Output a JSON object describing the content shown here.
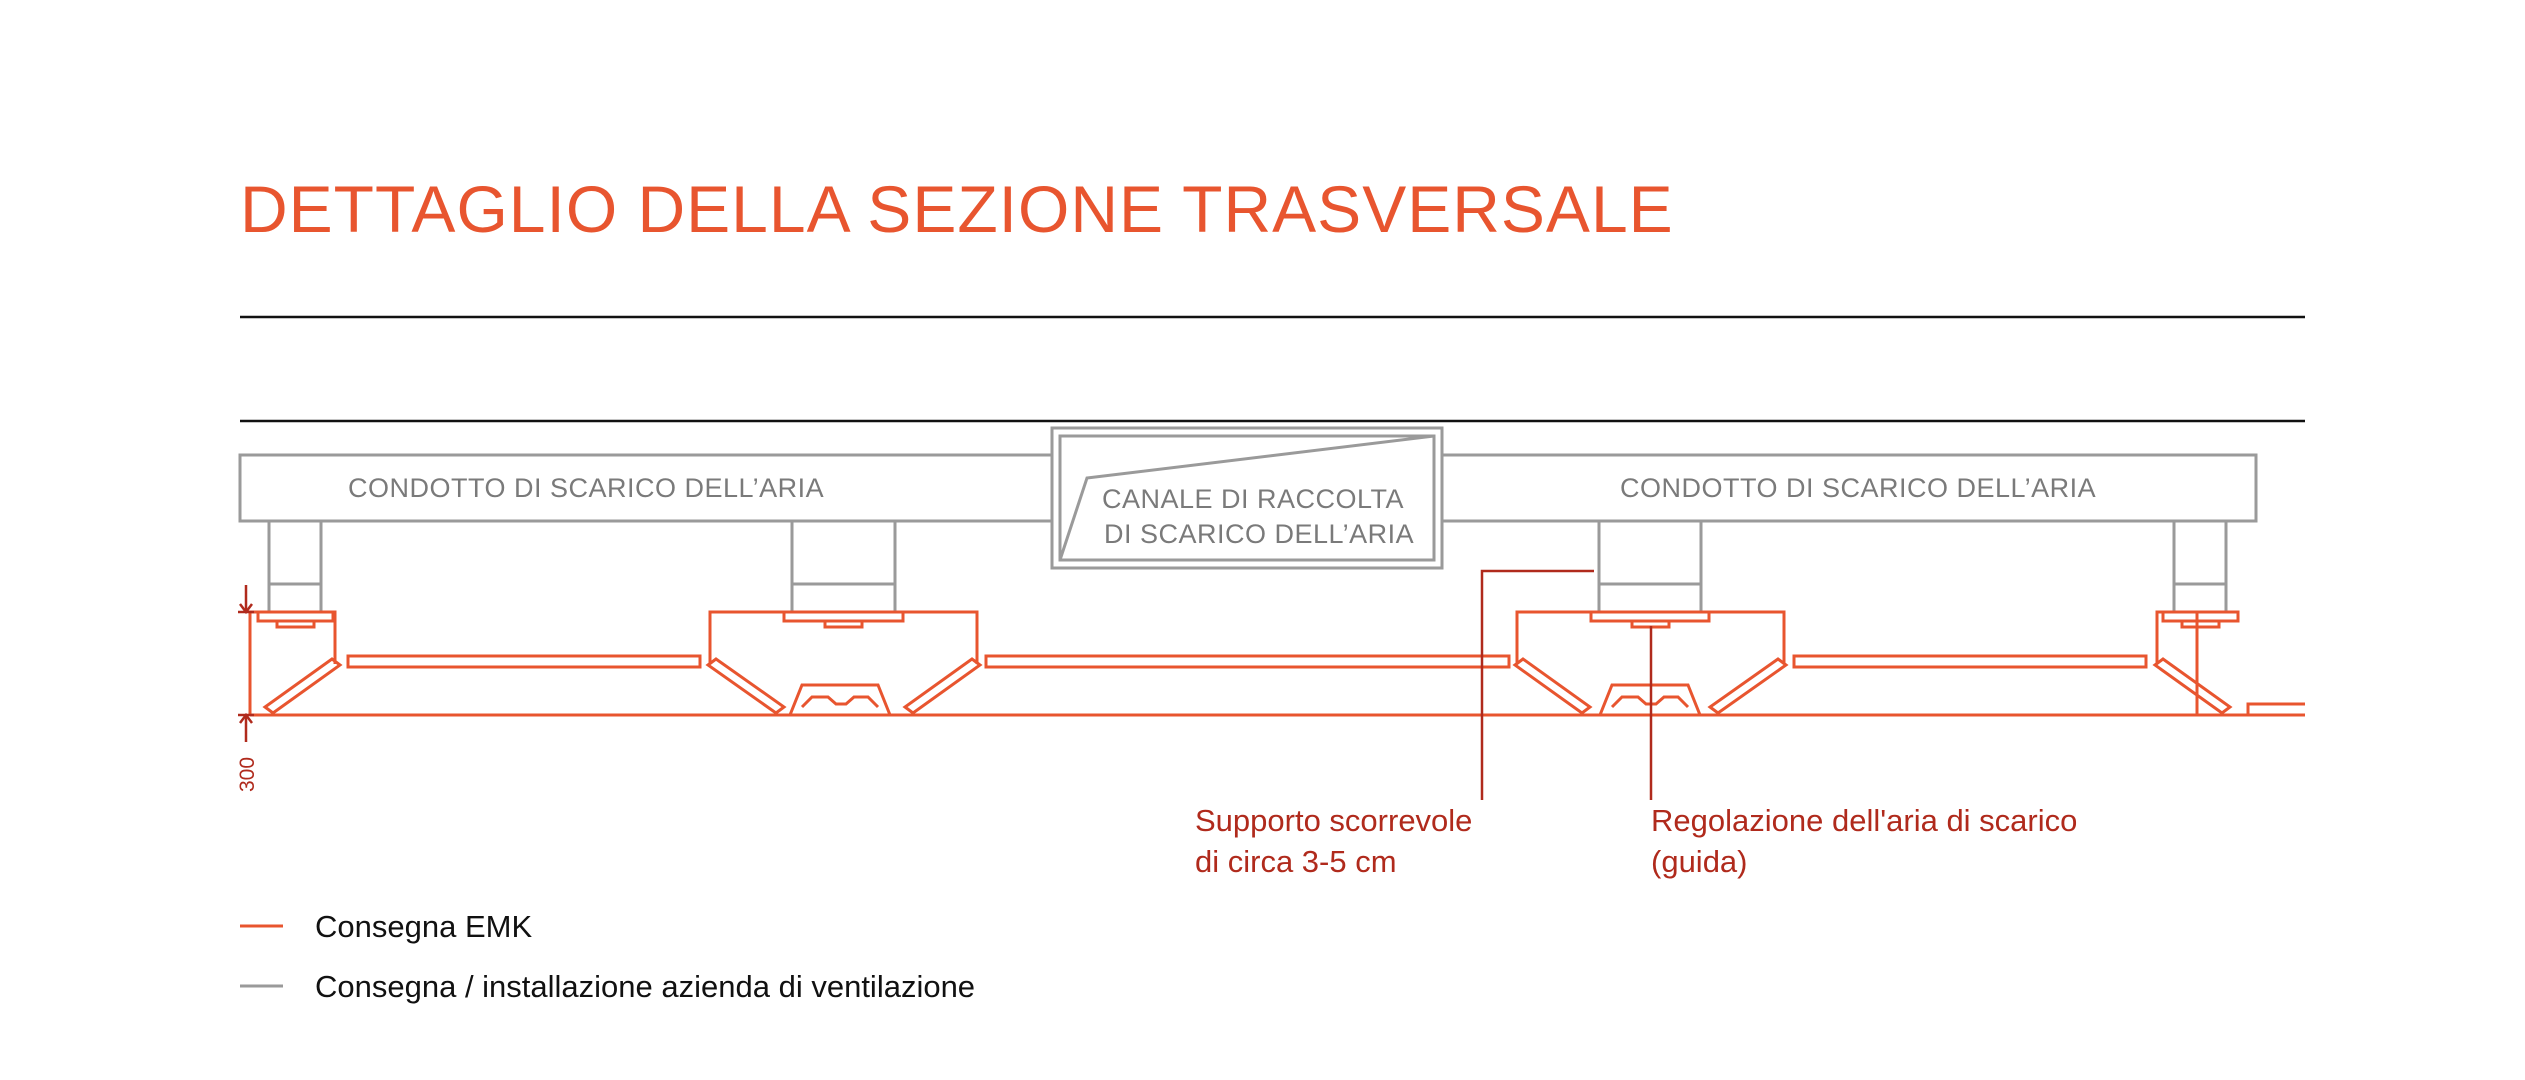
{
  "title": "DETTAGLIO DELLA SEZIONE TRASVERSALE",
  "labels": {
    "duct_left": "CONDOTTO DI SCARICO DELL’ARIA",
    "duct_right": "CONDOTTO DI SCARICO DELL’ARIA",
    "channel_line1": "CANALE DI RACCOLTA",
    "channel_line2": "DI SCARICO DELL’ARIA"
  },
  "callouts": {
    "support_line1": "Supporto scorrevole",
    "support_line2": "di circa 3-5 cm",
    "regulation_line1": "Regolazione dell'aria di scarico",
    "regulation_line2": "(guida)"
  },
  "dimension": "300",
  "legend": [
    {
      "text": "Consegna EMK",
      "color": "#e8552f"
    },
    {
      "text": "Consegna / installazione azienda di ventilazione",
      "color": "#9a9a9a"
    }
  ],
  "colors": {
    "accent": "#e8552f",
    "callout": "#b02a1c",
    "gray": "#9a9a9a",
    "black": "#111111"
  }
}
